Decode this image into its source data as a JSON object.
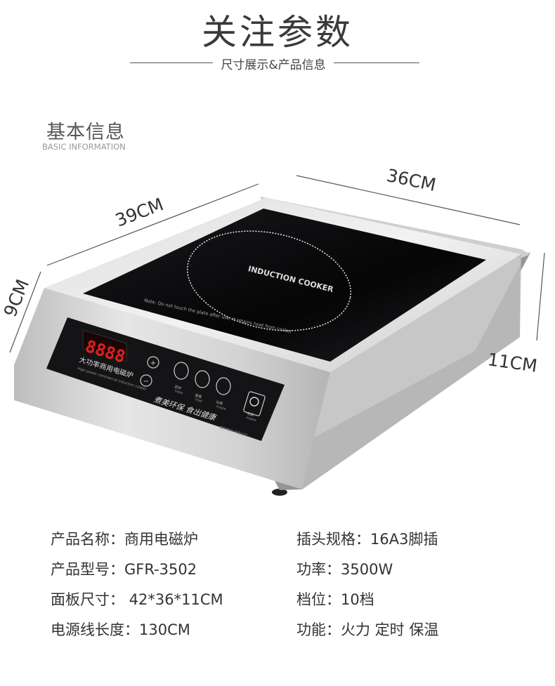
{
  "header": {
    "title": "关注参数",
    "subtitle": "尺寸展示&产品信息"
  },
  "section": {
    "title_cn": "基本信息",
    "title_en": "BASIC INFORMATION"
  },
  "dimensions": {
    "length": "39CM",
    "width": "36CM",
    "front_height": "9CM",
    "back_height": "11CM"
  },
  "product_image": {
    "cooktop_text": "INDUCTION COOKER",
    "warning_text": "Note: Do not touch the plate after use, it retains heat from cooker",
    "display": "8888",
    "panel_title": "大功率商用电磁炉",
    "panel_subtitle": "High power commercial induction cooker",
    "btn_timer": "定时",
    "btn_timer_en": "TIMER",
    "btn_temp": "温度",
    "btn_temp_en": "TEMP",
    "btn_power": "功率",
    "btn_power_en": "POWER",
    "btn_onoff": "电源",
    "btn_onoff_en": "POWER",
    "slogan": "煮美环保 食出健康",
    "patent": "版权专利 仿冒必究"
  },
  "specs": {
    "left": [
      {
        "label": "产品名称：",
        "value": "商用电磁炉"
      },
      {
        "label": "产品型号：",
        "value": "GFR-3502"
      },
      {
        "label": "面板尺寸：",
        "value": " 42*36*11CM"
      },
      {
        "label": "电源线长度：",
        "value": "130CM"
      }
    ],
    "right": [
      {
        "label": "插头规格：",
        "value": "16A3脚插"
      },
      {
        "label": "功率：",
        "value": "3500W"
      },
      {
        "label": "档位：",
        "value": "10档"
      },
      {
        "label": "功能：",
        "value": "火力 定时 保温"
      }
    ]
  },
  "colors": {
    "steel_light": "#e4e4e4",
    "steel_dark": "#9a9a9a",
    "glass": "#0b0b0d",
    "display_red": "#e02020"
  }
}
